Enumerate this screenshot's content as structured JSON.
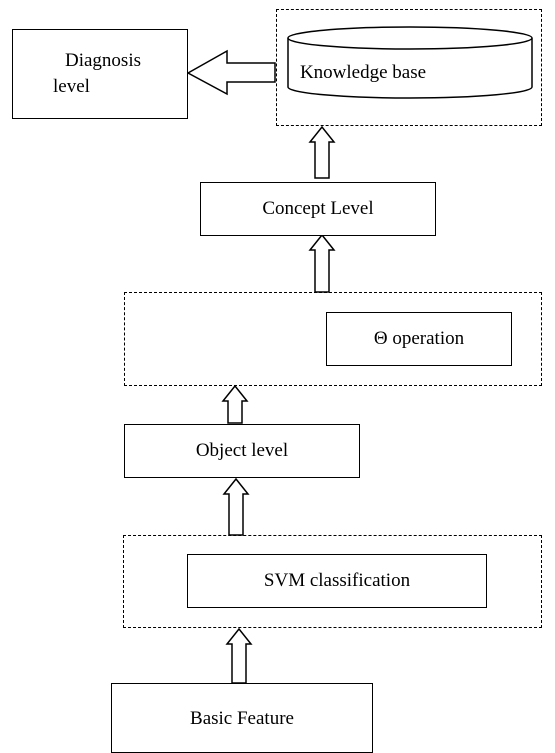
{
  "nodes": {
    "diagnosis": {
      "line1": "Diagnosis",
      "line2": "level"
    },
    "knowledge": {
      "label": "Knowledge base"
    },
    "concept": {
      "label": "Concept Level"
    },
    "theta": {
      "label": "Θ operation"
    },
    "object": {
      "label": "Object level"
    },
    "svm": {
      "label": "SVM classification"
    },
    "basic": {
      "label": "Basic Feature"
    }
  }
}
